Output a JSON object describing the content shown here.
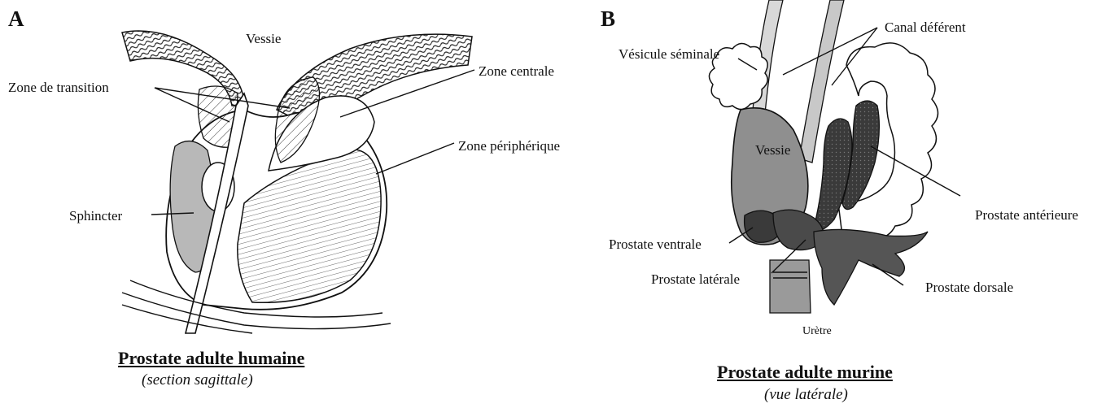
{
  "panel_a": {
    "letter": "A",
    "labels": {
      "vessie": "Vessie",
      "zone_transition": "Zone de transition",
      "zone_centrale": "Zone centrale",
      "zone_peripherique": "Zone périphérique",
      "sphincter": "Sphincter"
    },
    "title": "Prostate adulte humaine",
    "subtitle": "(section sagittale)"
  },
  "panel_b": {
    "letter": "B",
    "labels": {
      "canal_deferent": "Canal déférent",
      "vesicule_seminale": "Vésicule séminale",
      "vessie": "Vessie",
      "prostate_anterieure": "Prostate antérieure",
      "prostate_ventrale": "Prostate ventrale",
      "prostate_laterale": "Prostate latérale",
      "prostate_dorsale": "Prostate dorsale",
      "uretre": "Urètre"
    },
    "title": "Prostate adulte murine",
    "subtitle": "(vue latérale)"
  },
  "colors": {
    "sphincter_fill": "#b8b8b8",
    "vessie_fill": "#8f8f8f",
    "anterior_dark": "#3a3a3a",
    "uretre_fill": "#9a9a9a"
  }
}
